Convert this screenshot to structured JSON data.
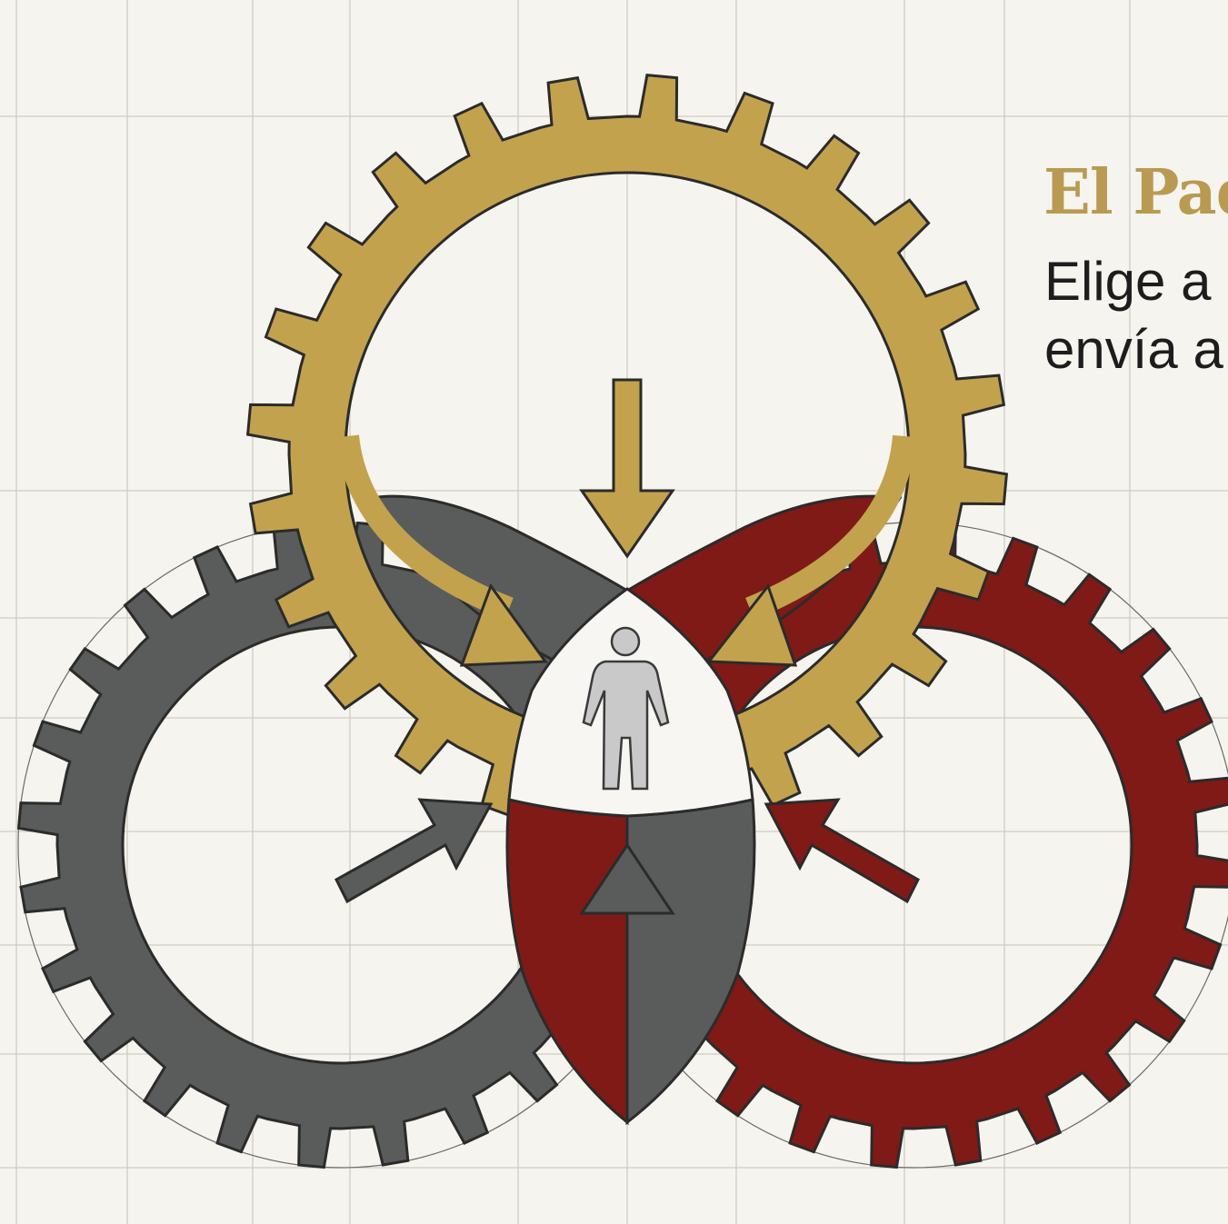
{
  "diagram": {
    "title": "El Pad",
    "description_lines": [
      "Elige a",
      "envía a"
    ]
  },
  "icons": {
    "gold_gear": "gear-icon",
    "gray_gear": "gear-icon",
    "red_gear": "gear-icon",
    "center": "person-icon",
    "arrows": "arrow-icon"
  },
  "colors": {
    "background": "#f6f4ee",
    "grid": "#cfccc3",
    "gold": "#c3a24e",
    "gray": "#5a5b5b",
    "red": "#7f1a17",
    "outline": "#2b2b2b",
    "figure": "#c9c9c9",
    "title": "#b99a52"
  }
}
